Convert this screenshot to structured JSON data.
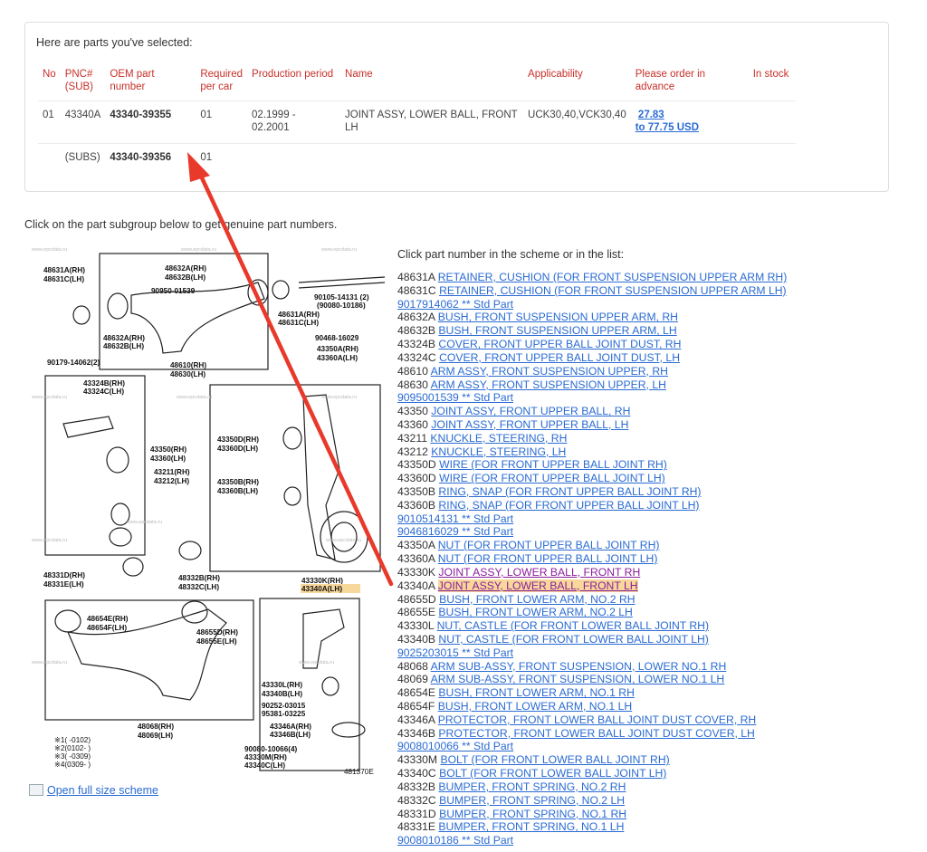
{
  "selected": {
    "heading": "Here are parts you've selected:",
    "columns": [
      "No",
      "PNC# (SUB)",
      "OEM part number",
      "Required per car",
      "Production period",
      "Name",
      "Applicability",
      "Please order in advance",
      "In stock"
    ],
    "row1": {
      "no": "01",
      "pnc": "43340A",
      "oem": "43340-39355",
      "req": "01",
      "period": "02.1999 - 02.2001",
      "name": "JOINT ASSY, LOWER BALL, FRONT LH",
      "appl": "UCK30,40,VCK30,40",
      "price_from": "27.83",
      "price_to": "to 77.75 USD"
    },
    "row2": {
      "pnc": "(SUBS)",
      "oem": "43340-39356",
      "req": "01"
    }
  },
  "subgroup_text": "Click on the part subgroup below to get genuine part numbers.",
  "full_scheme_label": "Open full size scheme",
  "list_title": "Click part number in the scheme or in the list:",
  "parts": [
    {
      "code": "48631A",
      "name": "RETAINER, CUSHION (FOR FRONT SUSPENSION UPPER ARM RH)"
    },
    {
      "code": "48631C",
      "name": "RETAINER, CUSHION (FOR FRONT SUSPENSION UPPER ARM LH)"
    },
    {
      "code": "",
      "name": "9017914062 ** Std Part"
    },
    {
      "code": "48632A",
      "name": "BUSH, FRONT SUSPENSION UPPER ARM, RH"
    },
    {
      "code": "48632B",
      "name": "BUSH, FRONT SUSPENSION UPPER ARM, LH"
    },
    {
      "code": "43324B",
      "name": "COVER, FRONT UPPER BALL JOINT DUST, RH"
    },
    {
      "code": "43324C",
      "name": "COVER, FRONT UPPER BALL JOINT DUST, LH"
    },
    {
      "code": "48610",
      "name": "ARM ASSY, FRONT SUSPENSION UPPER, RH"
    },
    {
      "code": "48630",
      "name": "ARM ASSY, FRONT SUSPENSION UPPER, LH"
    },
    {
      "code": "",
      "name": "9095001539 ** Std Part"
    },
    {
      "code": "43350",
      "name": "JOINT ASSY, FRONT UPPER BALL, RH"
    },
    {
      "code": "43360",
      "name": "JOINT ASSY, FRONT UPPER BALL, LH"
    },
    {
      "code": "43211",
      "name": "KNUCKLE, STEERING, RH"
    },
    {
      "code": "43212",
      "name": "KNUCKLE, STEERING, LH"
    },
    {
      "code": "43350D",
      "name": "WIRE (FOR FRONT UPPER BALL JOINT RH)"
    },
    {
      "code": "43360D",
      "name": "WIRE (FOR FRONT UPPER BALL JOINT LH)"
    },
    {
      "code": "43350B",
      "name": "RING, SNAP (FOR FRONT UPPER BALL JOINT RH)"
    },
    {
      "code": "43360B",
      "name": "RING, SNAP (FOR FRONT UPPER BALL JOINT LH)"
    },
    {
      "code": "",
      "name": "9010514131 ** Std Part"
    },
    {
      "code": "",
      "name": "9046816029 ** Std Part"
    },
    {
      "code": "43350A",
      "name": "NUT (FOR FRONT UPPER BALL JOINT RH)"
    },
    {
      "code": "43360A",
      "name": "NUT (FOR FRONT UPPER BALL JOINT LH)"
    },
    {
      "code": "43330K",
      "name": "JOINT ASSY, LOWER BALL, FRONT RH",
      "visited": true
    },
    {
      "code": "43340A",
      "name": "JOINT ASSY, LOWER BALL, FRONT LH",
      "highlight": true
    },
    {
      "code": "48655D",
      "name": "BUSH, FRONT LOWER ARM, NO.2 RH"
    },
    {
      "code": "48655E",
      "name": "BUSH, FRONT LOWER ARM, NO.2 LH"
    },
    {
      "code": "43330L",
      "name": "NUT, CASTLE (FOR FRONT LOWER BALL JOINT RH)"
    },
    {
      "code": "43340B",
      "name": "NUT, CASTLE (FOR FRONT LOWER BALL JOINT LH)"
    },
    {
      "code": "",
      "name": "9025203015 ** Std Part"
    },
    {
      "code": "48068",
      "name": "ARM SUB-ASSY, FRONT SUSPENSION, LOWER NO.1 RH"
    },
    {
      "code": "48069",
      "name": "ARM SUB-ASSY, FRONT SUSPENSION, LOWER NO.1 LH"
    },
    {
      "code": "48654E",
      "name": "BUSH, FRONT LOWER ARM, NO.1 RH"
    },
    {
      "code": "48654F",
      "name": "BUSH, FRONT LOWER ARM, NO.1 LH"
    },
    {
      "code": "43346A",
      "name": "PROTECTOR, FRONT LOWER BALL JOINT DUST COVER, RH"
    },
    {
      "code": "43346B",
      "name": "PROTECTOR, FRONT LOWER BALL JOINT DUST COVER, LH"
    },
    {
      "code": "",
      "name": "9008010066 ** Std Part"
    },
    {
      "code": "43330M",
      "name": "BOLT (FOR FRONT LOWER BALL JOINT RH)"
    },
    {
      "code": "43340C",
      "name": "BOLT (FOR FRONT LOWER BALL JOINT LH)"
    },
    {
      "code": "48332B",
      "name": "BUMPER, FRONT SPRING, NO.2 RH"
    },
    {
      "code": "48332C",
      "name": "BUMPER, FRONT SPRING, NO.2 LH"
    },
    {
      "code": "48331D",
      "name": "BUMPER, FRONT SPRING, NO.1 RH"
    },
    {
      "code": "48331E",
      "name": "BUMPER, FRONT SPRING, NO.1 LH"
    },
    {
      "code": "",
      "name": "9008010186 ** Std Part"
    }
  ],
  "diagram": {
    "labels": [
      "48631A(RH)",
      "48631C(LH)",
      "48632A(RH)",
      "48632B(LH)",
      "90950-01539",
      "90105-14131 (2)",
      "(90080-10186)",
      "48631A(RH)",
      "48631C(LH)",
      "48632A(RH)",
      "48632B(LH)",
      "90179-14062(2)",
      "90468-16029",
      "43350A(RH)",
      "43360A(LH)",
      "48610(RH)",
      "48630(LH)",
      "43324B(RH)",
      "43324C(LH)",
      "43350D(RH)",
      "43360D(LH)",
      "43350(RH)",
      "43360(LH)",
      "43211(RH)",
      "43212(LH)",
      "43350B(RH)",
      "43360B(LH)",
      "48331D(RH)",
      "48331E(LH)",
      "48332B(RH)",
      "48332C(LH)",
      "43330K(RH)",
      "43340A(LH)",
      "48654E(RH)",
      "48654F(LH)",
      "48655D(RH)",
      "48655E(LH)",
      "43330L(RH)",
      "43340B(LH)",
      "90252-03015",
      "95381-03225",
      "48068(RH)",
      "48069(LH)",
      "43346A(RH)",
      "43346B(LH)",
      "90080-10066(4)",
      "43330M(RH)",
      "43340C(LH)",
      "481370E",
      "※1(    -0102)",
      "※2(0102-    )",
      "※3(    -0309)",
      "※4(0309-    )"
    ],
    "watermark": "www.epcdata.ru"
  },
  "colors": {
    "header_red": "#c8302a",
    "link_blue": "#2a6bd3",
    "visited": "#8a1f9e",
    "highlight": "#f7d79a",
    "arrow_red": "#e8392a"
  }
}
